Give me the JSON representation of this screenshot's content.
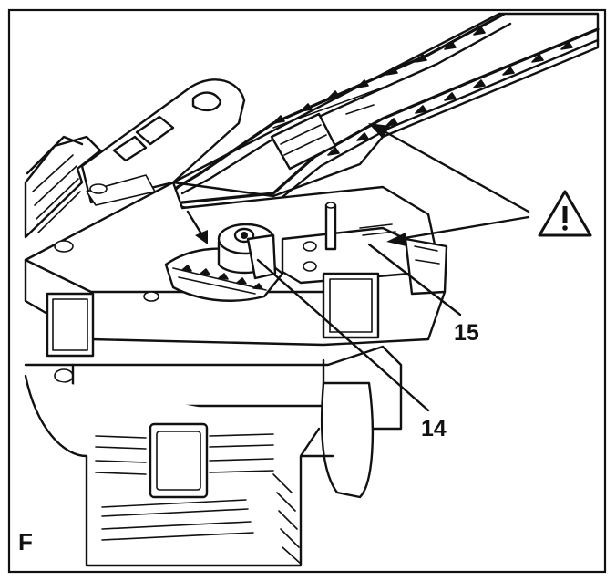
{
  "figure": {
    "panel_letter": "F",
    "callouts": [
      {
        "id": "14",
        "label": "14"
      },
      {
        "id": "15",
        "label": "15"
      }
    ],
    "warning_icon": "warning-triangle-icon",
    "colors": {
      "ink": "#111111",
      "paper": "#ffffff"
    }
  }
}
